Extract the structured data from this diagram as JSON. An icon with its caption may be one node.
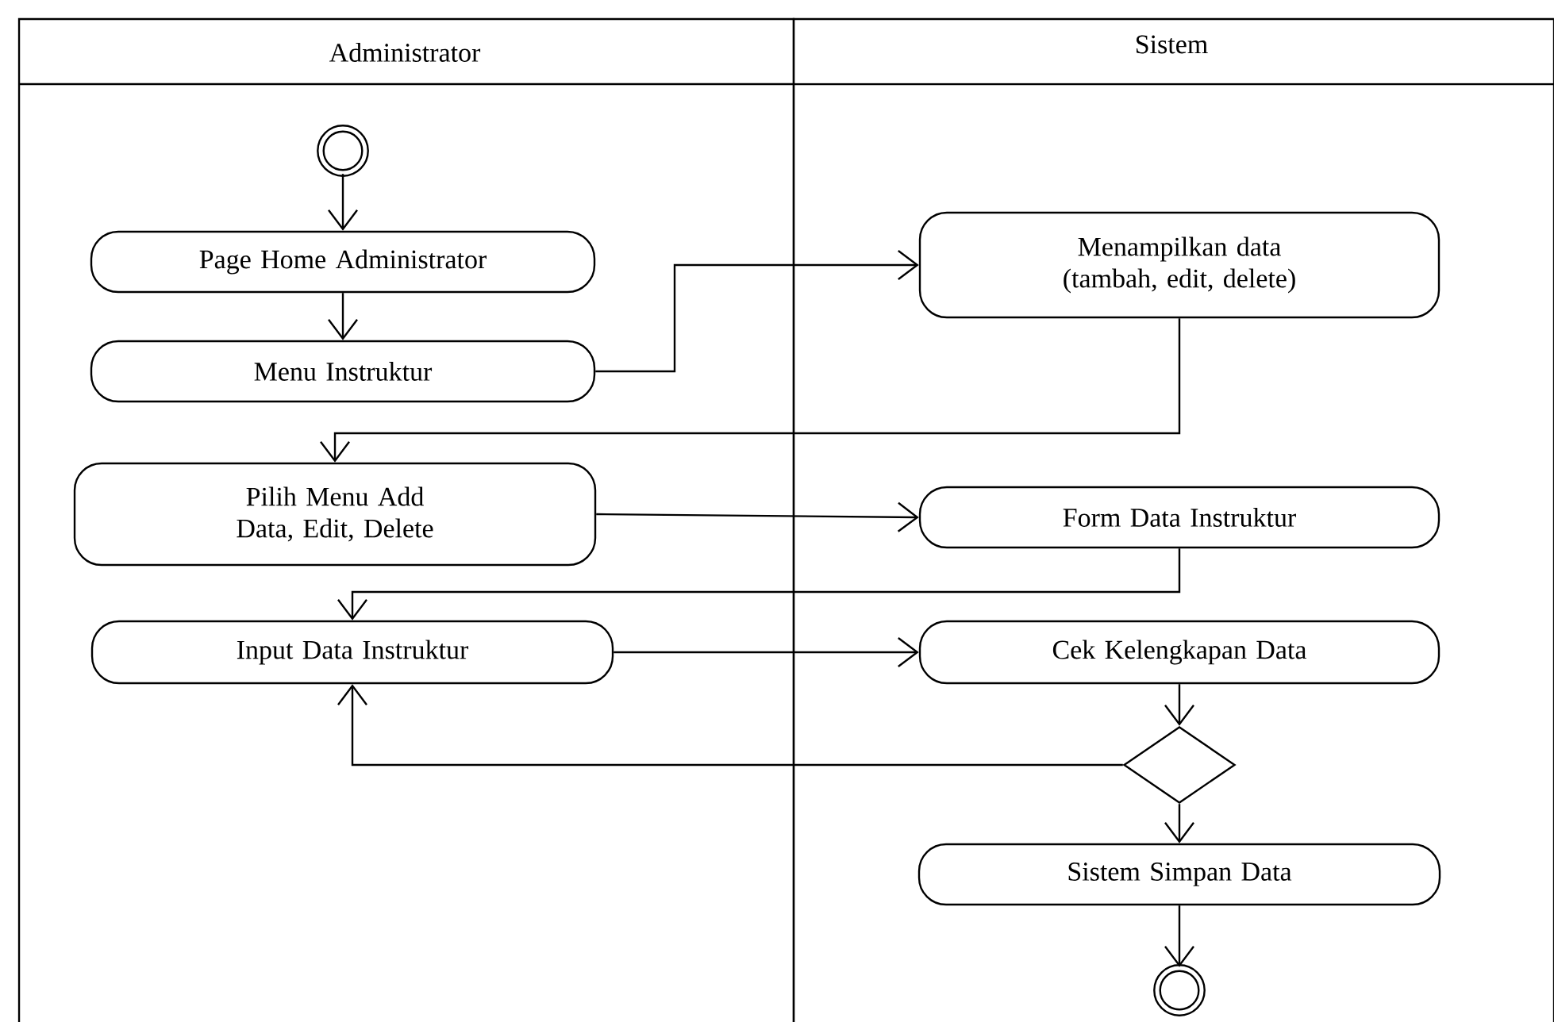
{
  "diagram": {
    "nodes": [
      {
        "text": [
          "Administrator"
        ]
      },
      {
        "text": [
          "Sistem"
        ]
      },
      {
        "text": [],
        "shape": "circle",
        "in": 0
      },
      {
        "text": [
          "Page Home Administrator"
        ],
        "in": 0
      },
      {
        "text": [
          "Menu Instruktur"
        ],
        "in": 0
      },
      {
        "text": [
          "Pilih Menu Add Data, Edit, Delete"
        ],
        "in": 0
      },
      {
        "text": [
          "Input Data Instruktur"
        ],
        "in": 0
      },
      {
        "text": [
          "Menampilkan data (tambah, edit, delete)"
        ],
        "in": 1
      },
      {
        "text": [
          "Form Data Instruktur"
        ],
        "in": 1
      },
      {
        "text": [
          "Cek Kelengkapan Data"
        ],
        "in": 1
      },
      {
        "text": [],
        "shape": "diamond",
        "in": 1
      },
      {
        "text": [
          "Sistem Simpan Data"
        ],
        "in": 1
      },
      {
        "text": [],
        "shape": "circle",
        "in": 1
      }
    ],
    "edges": [
      {
        "from": 2,
        "to": 3,
        "arrow": "to"
      },
      {
        "from": 3,
        "to": 4,
        "arrow": "to"
      },
      {
        "from": 4,
        "to": 7,
        "arrow": "to"
      },
      {
        "from": 7,
        "to": 5,
        "arrow": "to"
      },
      {
        "from": 5,
        "to": 8,
        "arrow": "to"
      },
      {
        "from": 8,
        "to": 6,
        "arrow": "to"
      },
      {
        "from": 6,
        "to": 9,
        "arrow": "to"
      },
      {
        "from": 9,
        "to": 10,
        "arrow": "to"
      },
      {
        "from": 10,
        "to": 6,
        "arrow": "to"
      },
      {
        "from": 10,
        "to": 11,
        "arrow": "to"
      },
      {
        "from": 11,
        "to": 12,
        "arrow": "to"
      }
    ]
  }
}
